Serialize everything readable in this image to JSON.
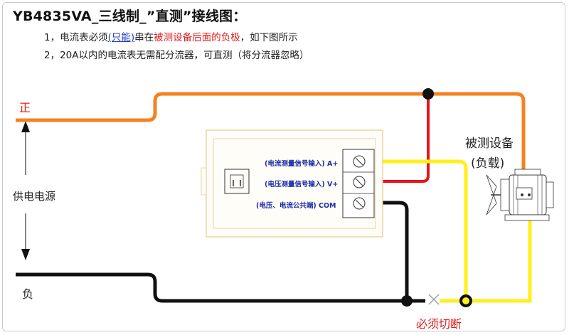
{
  "title": "YB4835VA_三线制_”直测”接线图：",
  "notes": {
    "n1_pre": "1，电流表必须",
    "n1_only": "(只能)",
    "n1_mid": "串在",
    "n1_red": "被测设备后面的负极",
    "n1_post": "，如下图所示",
    "n2": "2，20A以内的电流表无需配分流器，可直测（将分流器忽略）"
  },
  "supply": {
    "positive": "正",
    "negative": "负",
    "label": "供电电源"
  },
  "meter": {
    "terminals": [
      {
        "label": "(电流测量信号输入) A+"
      },
      {
        "label": "(电压测量信号输入) V+"
      },
      {
        "label": "(电压、电流公共端) COM"
      }
    ]
  },
  "device": {
    "name": "被测设备",
    "load": "(负载)"
  },
  "cut_label": "必须切断",
  "colors": {
    "positive_wire": "#f5821f",
    "negative_wire": "#111111",
    "voltage_wire": "#e8141a",
    "current_wire": "#ffef1a",
    "meter_outline": "#e9c98e",
    "label_blue": "#1b2da8",
    "label_red": "#e01b1b"
  },
  "icons": [
    "arrow-up-icon",
    "arrow-down-icon",
    "junction-dot-icon",
    "cross-icon",
    "screw-terminal-icon",
    "motor-icon",
    "fan-icon"
  ]
}
